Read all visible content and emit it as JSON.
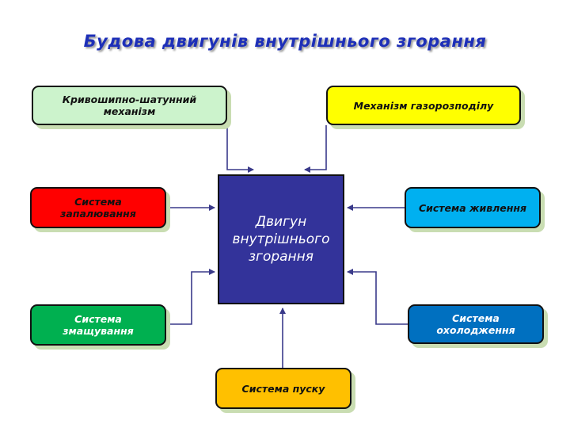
{
  "title": "Будова  двигунів внутрішнього  згорання",
  "center": {
    "line1": "Двигун",
    "line2": "внутрішнього",
    "line3": "згорання"
  },
  "boxes": {
    "crank": {
      "line1": "Кривошипно-шатунний",
      "line2": "механізм"
    },
    "gas": {
      "line1": "Механізм газорозподілу"
    },
    "ignition": {
      "line1": "Система",
      "line2": "запалювання"
    },
    "fuel": {
      "line1": "Система живлення"
    },
    "lubrication": {
      "line1": "Система",
      "line2": "змащування"
    },
    "cooling": {
      "line1": "Система",
      "line2": "охолодження"
    },
    "start": {
      "line1": "Система пуску"
    }
  },
  "colors": {
    "title": "#1d2fb8",
    "center": "#33339a",
    "crank": "#ccf3cc",
    "gas": "#ffff00",
    "ignition": "#ff0000",
    "fuel": "#00b0f0",
    "lubrication": "#00b050",
    "cooling": "#0070c0",
    "start": "#ffc000",
    "connector": "#3a3a8a"
  }
}
